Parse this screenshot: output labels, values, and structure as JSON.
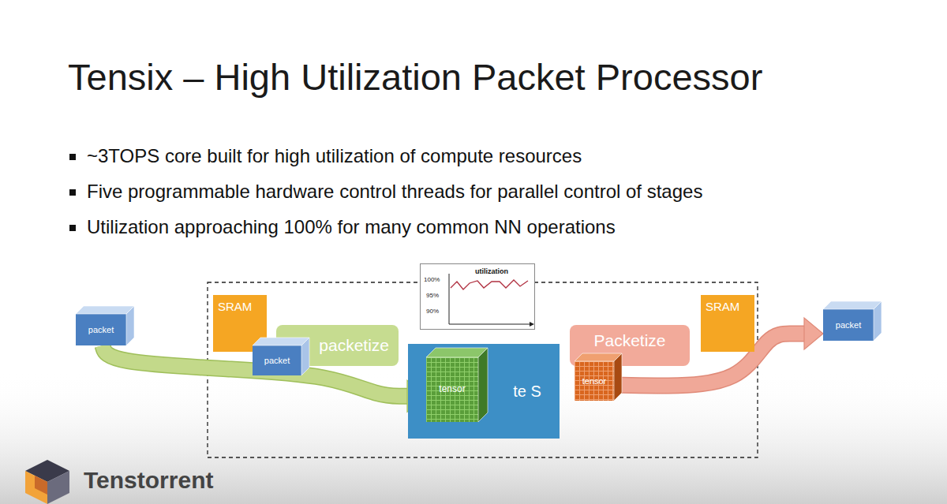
{
  "diagram": {
    "title": "Tensix – High Utilization Packet Processor",
    "nodes": [
      {
        "text": [
          "packet"
        ]
      },
      {
        "text": [
          "SRAM"
        ]
      },
      {
        "text": [
          "packetize"
        ]
      },
      {
        "text": [
          "packet"
        ]
      },
      {
        "text": [
          "utilization"
        ]
      },
      {
        "text": [
          "te S"
        ]
      },
      {
        "text": [
          "tensor"
        ],
        "in": 5
      },
      {
        "text": [
          "Packetize"
        ]
      },
      {
        "text": [
          "tensor"
        ]
      },
      {
        "text": [
          "SRAM"
        ]
      },
      {
        "text": [
          "packet"
        ]
      }
    ],
    "edges": [
      {
        "from": 0,
        "to": 6,
        "arrow": "to"
      },
      {
        "from": 8,
        "to": 10,
        "arrow": "to"
      }
    ],
    "labels": [
      "~3TOPS core built for high utilization of compute resources",
      "Five programmable hardware control threads for parallel control of stages",
      "Utilization approaching 100% for many common NN operations",
      "100%",
      "95%",
      "90%",
      "Tenstorrent"
    ]
  }
}
